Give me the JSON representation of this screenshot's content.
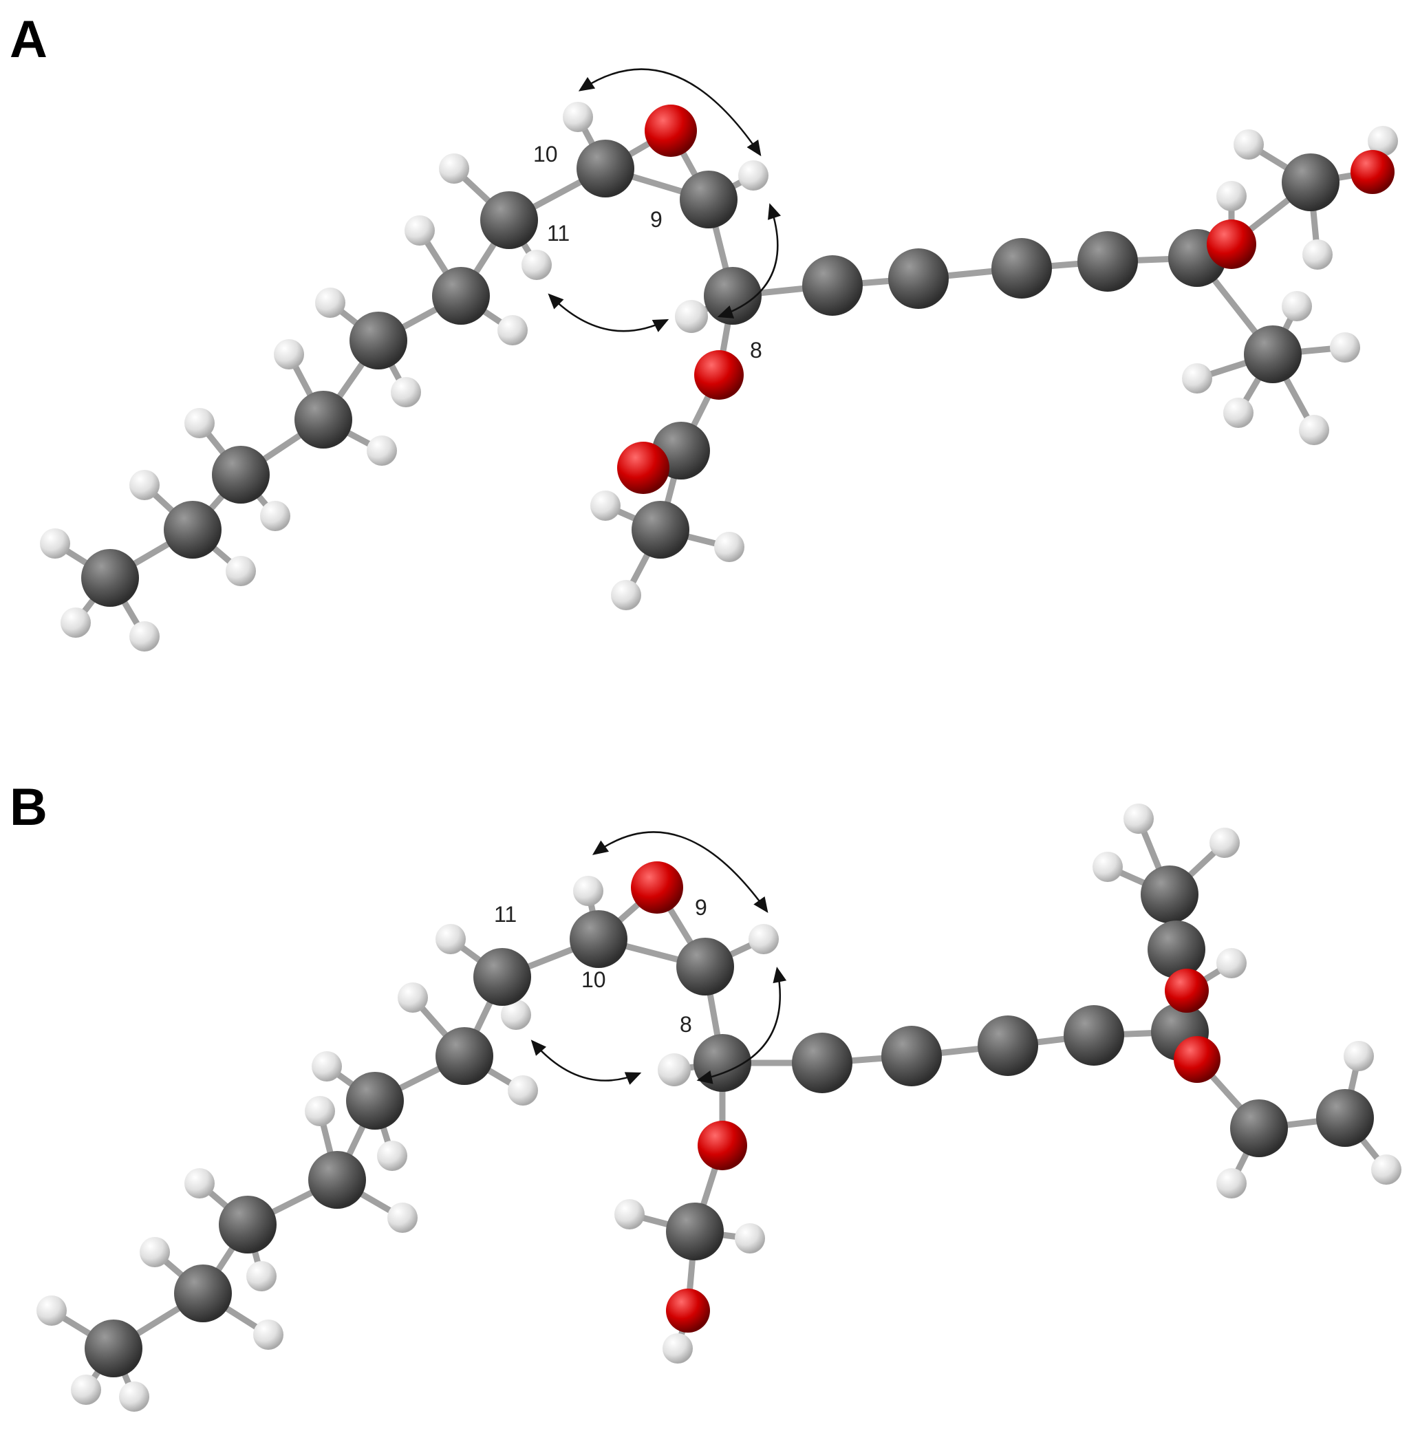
{
  "panels": [
    {
      "letter": "A",
      "labels": {
        "c8": "8",
        "c9": "9",
        "c10": "10",
        "c11": "11"
      }
    },
    {
      "letter": "B",
      "labels": {
        "c8": "8",
        "c9": "9",
        "c10": "10",
        "c11": "11"
      }
    }
  ],
  "colors": {
    "carbon": "#5c5c5c",
    "oxygen": "#d10000",
    "hydrogen": "#e6e6e6",
    "bond": "#9a9a9a",
    "arrow": "#111111"
  }
}
